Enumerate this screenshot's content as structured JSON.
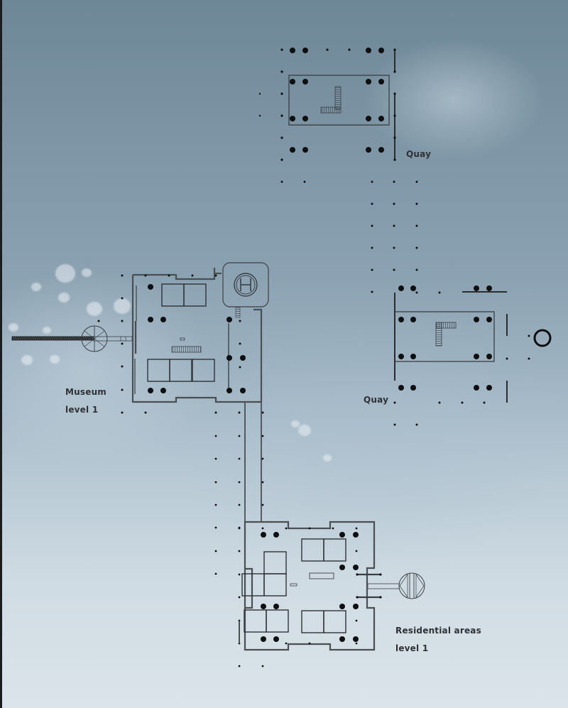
{
  "diagram": {
    "type": "architectural-floor-plan",
    "background_color_top": "#6e8797",
    "background_color_bottom": "#dbe4ea",
    "line_color": "#3a3f44",
    "column_color": "#0e0f10",
    "labels": {
      "quay_top": "Quay",
      "quay_right": "Quay",
      "museum_title": "Museum",
      "museum_level": "level 1",
      "residential_title": "Residential areas",
      "residential_level": "level 1"
    },
    "elements": [
      {
        "id": "quay-pavilion-top",
        "label": "Quay",
        "features": [
          "column-grid",
          "L-stair",
          "rectangular-platform"
        ]
      },
      {
        "id": "quay-pavilion-right",
        "label": "Quay",
        "features": [
          "column-grid",
          "L-stair",
          "rectangular-platform",
          "ring-buoy"
        ]
      },
      {
        "id": "museum-level-1",
        "label": "Museum level 1",
        "features": [
          "helipad",
          "stair",
          "display-rooms",
          "jetty-pier",
          "circular-entrance"
        ]
      },
      {
        "id": "connecting-corridor",
        "features": [
          "long-corridor",
          "dot-grid"
        ]
      },
      {
        "id": "residential-level-1",
        "label": "Residential areas level 1",
        "features": [
          "room-blocks",
          "circular-entrance",
          "column-grid"
        ]
      }
    ],
    "icons": [
      "helipad-icon",
      "ring-buoy-icon",
      "circular-entrance-icon"
    ]
  }
}
